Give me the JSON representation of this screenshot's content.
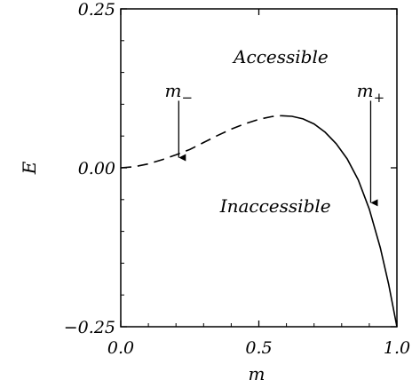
{
  "chart_data": {
    "type": "line",
    "xlabel": "m",
    "ylabel": "E",
    "xlim": [
      0.0,
      1.0
    ],
    "ylim": [
      -0.25,
      0.25
    ],
    "x_ticks": [
      "0.0",
      "0.5",
      "1.0"
    ],
    "y_ticks": [
      "0.25",
      "0.00",
      "-0.25"
    ],
    "grid": false,
    "series": [
      {
        "style": "dashed",
        "x": [
          0.0,
          0.05,
          0.1,
          0.15,
          0.2,
          0.25,
          0.3,
          0.35,
          0.4,
          0.45,
          0.5,
          0.55,
          0.58
        ],
        "y": [
          0.0,
          0.0017,
          0.0062,
          0.0128,
          0.0205,
          0.0288,
          0.0398,
          0.0507,
          0.0608,
          0.0693,
          0.0763,
          0.0808,
          0.082
        ]
      },
      {
        "style": "solid",
        "x": [
          0.58,
          0.62,
          0.66,
          0.7,
          0.74,
          0.78,
          0.82,
          0.86,
          0.9,
          0.94,
          0.97,
          1.0
        ],
        "y": [
          0.082,
          0.081,
          0.077,
          0.069,
          0.056,
          0.038,
          0.014,
          -0.019,
          -0.065,
          -0.126,
          -0.183,
          -0.25
        ]
      }
    ],
    "annotations": [
      {
        "text": "Accessible",
        "x": 0.58,
        "y": 0.165
      },
      {
        "text": "Inaccessible",
        "x": 0.56,
        "y": -0.07
      }
    ],
    "markers": [
      {
        "label": "m",
        "subscript": "−",
        "x": 0.21,
        "y_from": 0.1055,
        "y_to": 0.016,
        "label_y": 0.112
      },
      {
        "label": "m",
        "subscript": "+",
        "x": 0.905,
        "y_from": 0.1055,
        "y_to": -0.055,
        "label_y": 0.112
      }
    ]
  }
}
